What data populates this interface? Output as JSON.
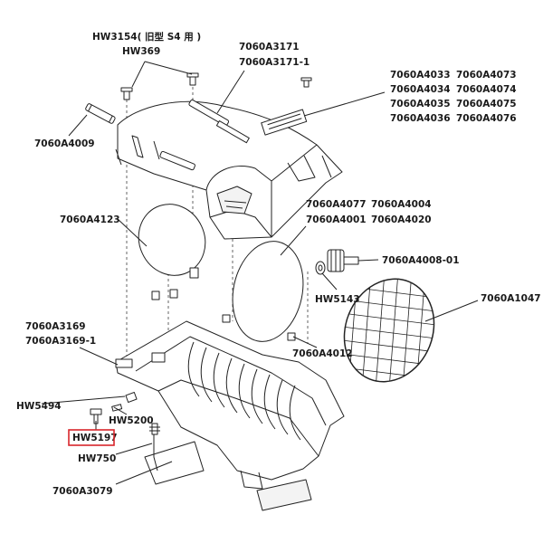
{
  "labels": {
    "hw3154": "HW3154( 旧型 S4 用 )",
    "hw369": "HW369",
    "a3171": "7060A3171",
    "a3171_1": "7060A3171-1",
    "a4033": "7060A4033",
    "a4073": "7060A4073",
    "a4034": "7060A4034",
    "a4074": "7060A4074",
    "a4035": "7060A4035",
    "a4075": "7060A4075",
    "a4036": "7060A4036",
    "a4076": "7060A4076",
    "a4009": "7060A4009",
    "a4123": "7060A4123",
    "a4077": "7060A4077",
    "a4004": "7060A4004",
    "a4001": "7060A4001",
    "a4020": "7060A4020",
    "a4008_01": "7060A4008-01",
    "hw5143": "HW5143",
    "a1047": "7060A1047",
    "a3169": "7060A3169",
    "a3169_1": "7060A3169-1",
    "a4012": "7060A4012",
    "hw5494": "HW5494",
    "hw5200": "HW5200",
    "hw5197": "HW5197",
    "hw750": "HW750",
    "a3079": "7060A3079"
  },
  "highlight": {
    "part": "hw5197",
    "color": "#d9262b"
  }
}
